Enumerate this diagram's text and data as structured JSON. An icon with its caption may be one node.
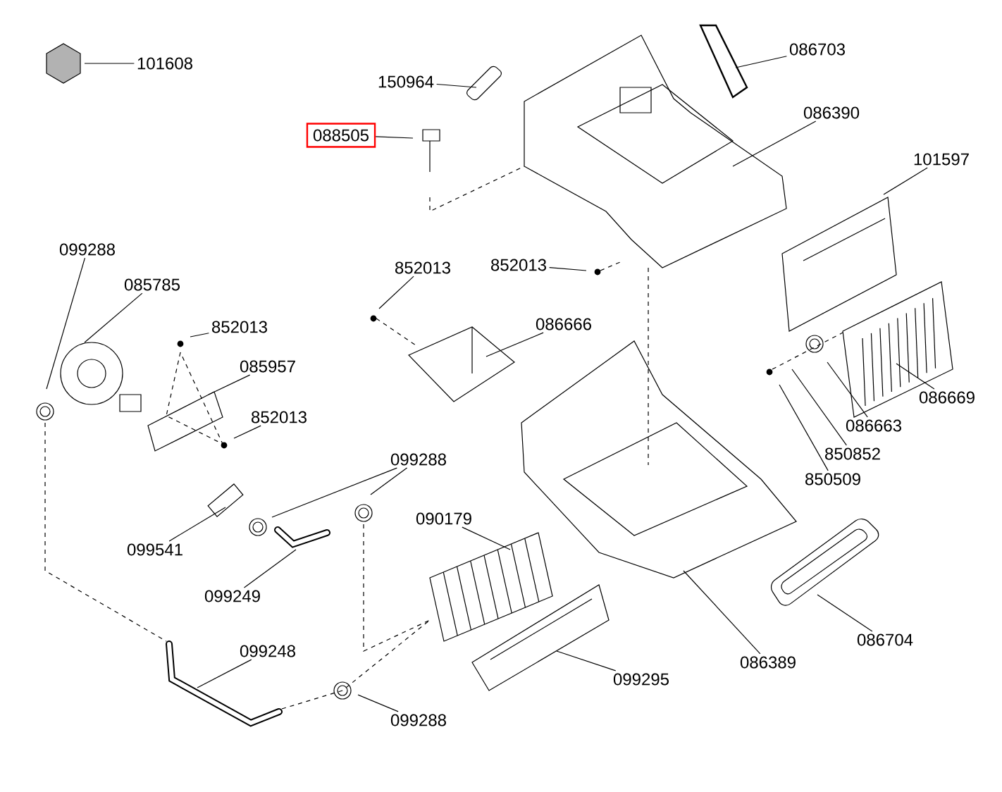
{
  "diagram": {
    "nodes": [
      {
        "text": [
          "101608"
        ]
      },
      {
        "text": [
          "150964"
        ]
      },
      {
        "text": [
          "086703"
        ]
      },
      {
        "text": [
          "088505"
        ]
      },
      {
        "text": [
          "086390"
        ]
      },
      {
        "text": [
          "101597"
        ]
      },
      {
        "text": [
          "099288"
        ]
      },
      {
        "text": [
          "085785"
        ]
      },
      {
        "text": [
          "852013"
        ]
      },
      {
        "text": [
          "852013"
        ]
      },
      {
        "text": [
          "086666"
        ]
      },
      {
        "text": [
          "852013"
        ]
      },
      {
        "text": [
          "085957"
        ]
      },
      {
        "text": [
          "852013"
        ]
      },
      {
        "text": [
          "086663"
        ]
      },
      {
        "text": [
          "086669"
        ]
      },
      {
        "text": [
          "850852"
        ]
      },
      {
        "text": [
          "850509"
        ]
      },
      {
        "text": [
          "099288"
        ]
      },
      {
        "text": [
          "099541"
        ]
      },
      {
        "text": [
          "099249"
        ]
      },
      {
        "text": [
          "090179"
        ]
      },
      {
        "text": [
          "099248"
        ]
      },
      {
        "text": [
          "099295"
        ]
      },
      {
        "text": [
          "086389"
        ]
      },
      {
        "text": [
          "086704"
        ]
      },
      {
        "text": [
          "099288"
        ]
      }
    ],
    "edges": [
      {
        "from": 0,
        "to": null,
        "arrow": "none"
      },
      {
        "from": 1,
        "to": null,
        "arrow": "none"
      },
      {
        "from": 2,
        "to": null,
        "arrow": "none"
      },
      {
        "from": 3,
        "to": null,
        "arrow": "none"
      },
      {
        "from": 4,
        "to": null,
        "arrow": "none"
      },
      {
        "from": 5,
        "to": null,
        "arrow": "none"
      },
      {
        "from": 6,
        "to": null,
        "arrow": "none"
      },
      {
        "from": 7,
        "to": null,
        "arrow": "none"
      },
      {
        "from": 8,
        "to": null,
        "arrow": "none"
      },
      {
        "from": 9,
        "to": null,
        "arrow": "none"
      },
      {
        "from": 10,
        "to": null,
        "arrow": "none"
      },
      {
        "from": 11,
        "to": null,
        "arrow": "none"
      },
      {
        "from": 12,
        "to": null,
        "arrow": "none"
      },
      {
        "from": 13,
        "to": null,
        "arrow": "none"
      },
      {
        "from": 14,
        "to": null,
        "arrow": "none"
      },
      {
        "from": 15,
        "to": null,
        "arrow": "none"
      },
      {
        "from": 16,
        "to": null,
        "arrow": "none"
      },
      {
        "from": 17,
        "to": null,
        "arrow": "none"
      },
      {
        "from": 18,
        "to": null,
        "arrow": "none"
      },
      {
        "from": 18,
        "to": null,
        "arrow": "none"
      },
      {
        "from": 19,
        "to": null,
        "arrow": "none"
      },
      {
        "from": 20,
        "to": null,
        "arrow": "none"
      },
      {
        "from": 21,
        "to": null,
        "arrow": "none"
      },
      {
        "from": 22,
        "to": null,
        "arrow": "none"
      },
      {
        "from": 23,
        "to": null,
        "arrow": "none"
      },
      {
        "from": 24,
        "to": null,
        "arrow": "none"
      },
      {
        "from": 25,
        "to": null,
        "arrow": "none"
      },
      {
        "from": 26,
        "to": null,
        "arrow": "none"
      }
    ]
  }
}
